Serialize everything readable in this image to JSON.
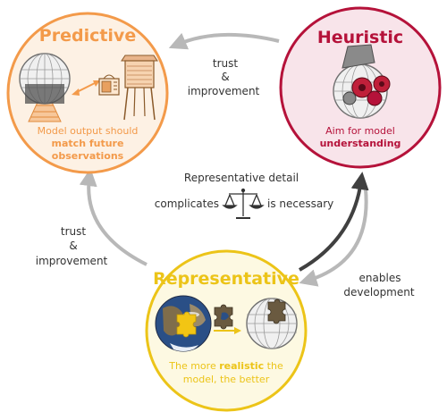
{
  "predictive": {
    "title": "Predictive",
    "desc_line1": "Model output should",
    "desc_bold1": "match future",
    "desc_bold2": "observations"
  },
  "heuristic": {
    "title": "Heuristic",
    "desc_line1": "Aim for model",
    "desc_bold": "understanding"
  },
  "representative": {
    "title": "Representative",
    "desc_pre": "The more ",
    "desc_bold": "realistic",
    "desc_post": " the",
    "desc_line2": "model, the better"
  },
  "arrows": {
    "top_line1": "trust",
    "top_line2": "&",
    "top_line3": "improvement",
    "left_line1": "trust",
    "left_line2": "&",
    "left_line3": "improvement",
    "right_line1": "enables",
    "right_line2": "development"
  },
  "center": {
    "heading": "Representative detail",
    "left": "complicates",
    "right": "is necessary"
  },
  "colors": {
    "predictive": "#f39a4a",
    "predictive_fill": "#fdf1e4",
    "heuristic": "#b5123a",
    "heuristic_fill": "#f8e4ea",
    "representative": "#ecc418",
    "representative_fill": "#fdf9e2",
    "arrow_gray": "#b8b8b8",
    "arrow_dark": "#404040"
  }
}
